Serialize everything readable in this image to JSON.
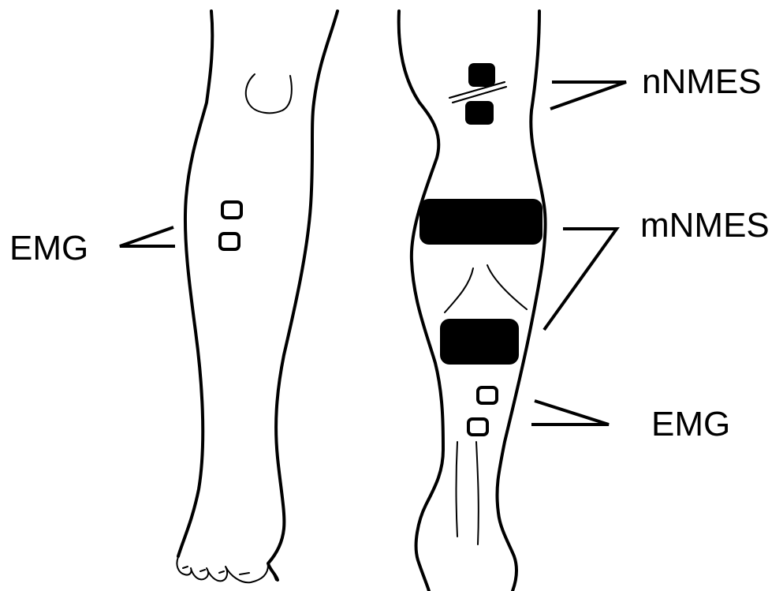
{
  "labels": {
    "emg_left": "EMG",
    "nnmes": "nNMES",
    "mnmes": "mNMES",
    "emg_right": "EMG"
  },
  "colors": {
    "line": "#000000",
    "pad": "#000000",
    "background": "#ffffff"
  }
}
